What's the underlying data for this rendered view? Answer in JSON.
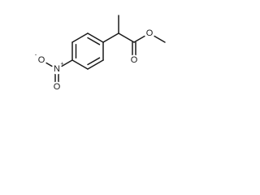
{
  "molecule": {
    "atoms": {
      "nitro_oxygen_left": {
        "symbol": "O",
        "charge": "-"
      },
      "nitro_nitrogen": {
        "symbol": "N",
        "charge": "+"
      },
      "nitro_oxygen_top": {
        "symbol": "O"
      },
      "ester_oxygen_carbonyl": {
        "symbol": "O"
      },
      "ester_oxygen_ether": {
        "symbol": "O"
      }
    }
  }
}
